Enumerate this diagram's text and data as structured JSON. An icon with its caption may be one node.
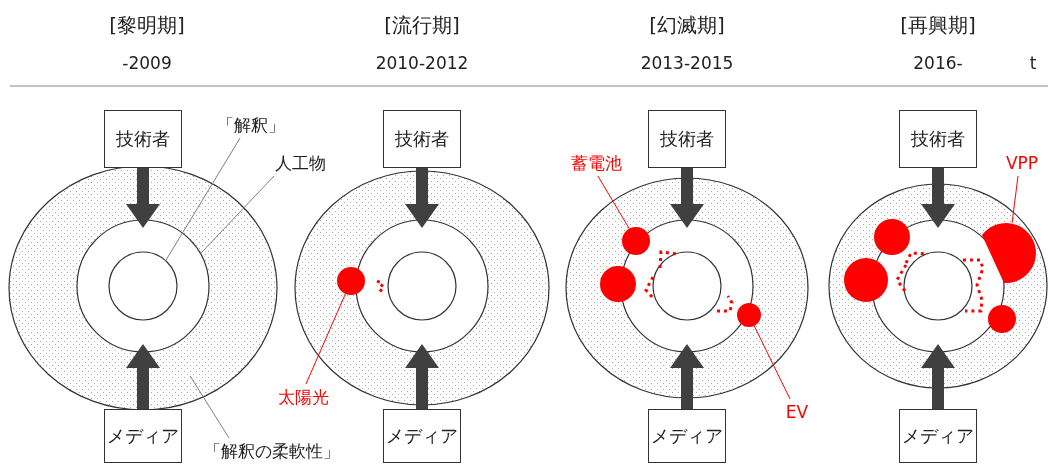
{
  "diagram": {
    "nodes": [
      {
        "text": [
          "技術者"
        ]
      },
      {
        "text": [
          "「解釈」"
        ]
      },
      {
        "text": [
          "人工物"
        ]
      },
      {
        "text": [],
        "shape": "ellipse"
      },
      {
        "text": [],
        "shape": "circle",
        "in": 3
      },
      {
        "text": [],
        "shape": "circle",
        "in": 4
      },
      {
        "text": [
          "メディア"
        ]
      },
      {
        "text": [
          "「解釈の柔軟性」"
        ]
      },
      {
        "text": [
          "技術者"
        ]
      },
      {
        "text": [],
        "shape": "ellipse"
      },
      {
        "text": [],
        "shape": "circle",
        "in": 9
      },
      {
        "text": [],
        "shape": "circle",
        "in": 10
      },
      {
        "text": [],
        "shape": "circle",
        "in": 9
      },
      {
        "text": [
          "メディア"
        ]
      },
      {
        "text": [
          "太陽光"
        ]
      },
      {
        "text": [
          "技術者"
        ]
      },
      {
        "text": [
          "蓄電池"
        ]
      },
      {
        "text": [],
        "shape": "ellipse"
      },
      {
        "text": [],
        "shape": "circle",
        "in": 17
      },
      {
        "text": [],
        "shape": "circle",
        "in": 18
      },
      {
        "text": [],
        "shape": "circle",
        "in": 17
      },
      {
        "text": [],
        "shape": "circle",
        "in": 17
      },
      {
        "text": [],
        "shape": "circle",
        "in": 17
      },
      {
        "text": [
          "メディア"
        ]
      },
      {
        "text": [
          "EV"
        ]
      },
      {
        "text": [
          "技術者"
        ]
      },
      {
        "text": [
          "VPP"
        ]
      },
      {
        "text": [],
        "shape": "ellipse"
      },
      {
        "text": [],
        "shape": "circle",
        "in": 27
      },
      {
        "text": [],
        "shape": "circle",
        "in": 28
      },
      {
        "text": [],
        "shape": "circle",
        "in": 27
      },
      {
        "text": [],
        "shape": "segment",
        "in": 27
      },
      {
        "text": [],
        "shape": "circle",
        "in": 27
      },
      {
        "text": [],
        "shape": "circle",
        "in": 27
      },
      {
        "text": [
          "メディア"
        ]
      }
    ],
    "edges": [
      {
        "from": 0,
        "to": 4,
        "arrow": "to"
      },
      {
        "from": 6,
        "to": 4,
        "arrow": "to"
      },
      {
        "from": 1,
        "to": 5,
        "arrow": "none",
        "color": "#808080"
      },
      {
        "from": 2,
        "to": 4,
        "arrow": "none",
        "color": "#808080"
      },
      {
        "from": 7,
        "to": 3,
        "arrow": "none",
        "color": "#808080"
      },
      {
        "from": 8,
        "to": 10,
        "arrow": "to"
      },
      {
        "from": 13,
        "to": 10,
        "arrow": "to"
      },
      {
        "from": 14,
        "to": 12,
        "arrow": "none",
        "color": "#ff0000"
      },
      {
        "from": 15,
        "to": 18,
        "arrow": "to"
      },
      {
        "from": 23,
        "to": 18,
        "arrow": "to"
      },
      {
        "from": 16,
        "to": 20,
        "arrow": "none",
        "color": "#ff0000"
      },
      {
        "from": 24,
        "to": 22,
        "arrow": "none",
        "color": "#ff0000"
      },
      {
        "from": 25,
        "to": 28,
        "arrow": "to"
      },
      {
        "from": 34,
        "to": 28,
        "arrow": "to"
      },
      {
        "from": 26,
        "to": 31,
        "arrow": "none",
        "color": "#ff0000"
      }
    ],
    "labels": [
      "[黎明期]",
      "[流行期]",
      "[幻滅期]",
      "[再興期]",
      "-2009",
      "2010-2012",
      "2013-2015",
      "2016-",
      "t"
    ]
  }
}
